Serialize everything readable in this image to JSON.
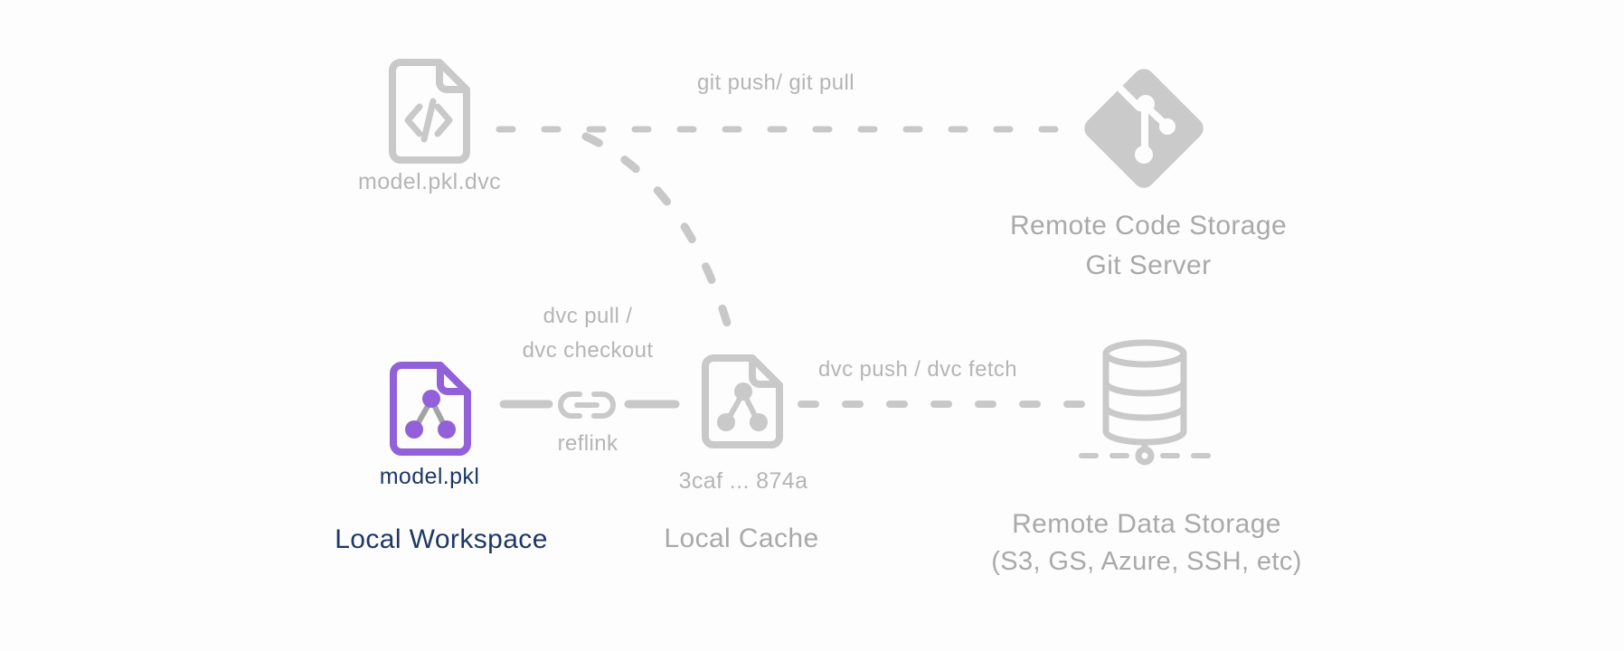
{
  "diagram": {
    "nodes": {
      "dvc_file": {
        "label": "model.pkl.dvc"
      },
      "git_server": {
        "title_line1": "Remote Code Storage",
        "title_line2": "Git Server"
      },
      "workspace": {
        "file_label": "model.pkl",
        "title": "Local Workspace"
      },
      "reflink": {
        "label": "reflink"
      },
      "cache": {
        "hash_label": "3caf ... 874a",
        "title": "Local Cache"
      },
      "data_storage": {
        "title_line1": "Remote Data Storage",
        "title_line2": "(S3, GS, Azure, SSH, etc)"
      }
    },
    "edges": {
      "git": {
        "label": "git push/ git pull"
      },
      "dvc_pull": {
        "label_line1": "dvc pull /",
        "label_line2": "dvc checkout"
      },
      "dvc_push": {
        "label": "dvc push / dvc fetch"
      }
    },
    "colors": {
      "icon_gray": "#c9c9c9",
      "line_gray": "#c8c8c8",
      "text_gray": "#b5b5b5",
      "title_gray": "#a9a9a9",
      "accent_purple": "#9261da",
      "navy_text": "#1d3866",
      "connector_gray": "#a3a3a3",
      "background": "#fdfdfd"
    }
  }
}
